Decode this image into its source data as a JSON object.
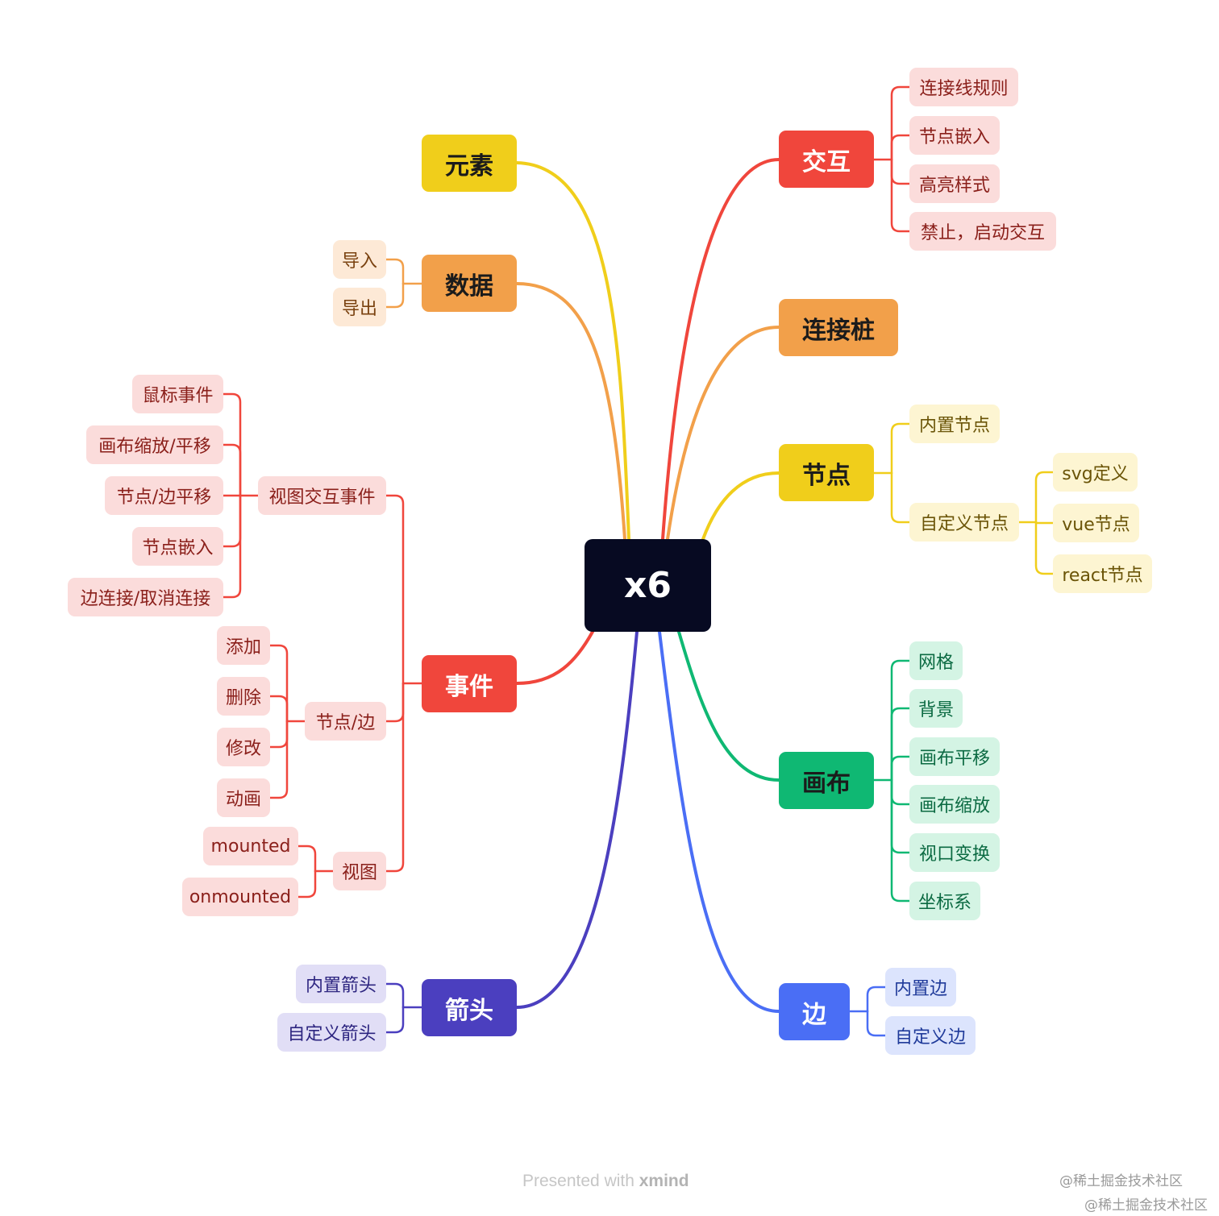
{
  "root": {
    "label": "x6"
  },
  "colors": {
    "element": "#f0ce1b",
    "data": "#f2a04a",
    "event": "#f0463c",
    "arrow": "#4b3fbf",
    "interaction": "#f0463c",
    "port": "#f2a04a",
    "node": "#f0ce1b",
    "canvas": "#0fb873",
    "edge": "#4a6ef5",
    "sub_red_bg": "#fbdcdb",
    "sub_red_text": "#8a1f1a",
    "sub_orange_bg": "#fde9d6",
    "sub_orange_text": "#7a4210",
    "sub_yellow_bg": "#fdf5d2",
    "sub_yellow_text": "#6a5407",
    "sub_green_bg": "#d4f4e4",
    "sub_green_text": "#0b6a42",
    "sub_blue_bg": "#dce4fd",
    "sub_blue_text": "#1f3a9a",
    "sub_purple_bg": "#e1def6",
    "sub_purple_text": "#2d2580"
  },
  "branches": {
    "element": {
      "label": "元素"
    },
    "data": {
      "label": "数据",
      "children": [
        "导入",
        "导出"
      ]
    },
    "event": {
      "label": "事件",
      "view_interaction": {
        "label": "视图交互事件",
        "children": [
          "鼠标事件",
          "画布缩放/平移",
          "节点/边平移",
          "节点嵌入",
          "边连接/取消连接"
        ]
      },
      "node_edge": {
        "label": "节点/边",
        "children": [
          "添加",
          "删除",
          "修改",
          "动画"
        ]
      },
      "view": {
        "label": "视图",
        "children": [
          "mounted",
          "onmounted"
        ]
      }
    },
    "arrow": {
      "label": "箭头",
      "children": [
        "内置箭头",
        "自定义箭头"
      ]
    },
    "interaction": {
      "label": "交互",
      "children": [
        "连接线规则",
        "节点嵌入",
        "高亮样式",
        "禁止，启动交互"
      ]
    },
    "port": {
      "label": "连接桩"
    },
    "node": {
      "label": "节点",
      "builtin": "内置节点",
      "custom": {
        "label": "自定义节点",
        "children": [
          "svg定义",
          "vue节点",
          "react节点"
        ]
      }
    },
    "canvas": {
      "label": "画布",
      "children": [
        "网格",
        "背景",
        "画布平移",
        "画布缩放",
        "视口变换",
        "坐标系"
      ]
    },
    "edge": {
      "label": "边",
      "children": [
        "内置边",
        "自定义边"
      ]
    }
  },
  "footer": {
    "prefix": "Presented with ",
    "brand": "xmind"
  },
  "watermark": {
    "line1": "@稀土掘金技术社区",
    "line2": "@稀土掘金技术社区"
  }
}
